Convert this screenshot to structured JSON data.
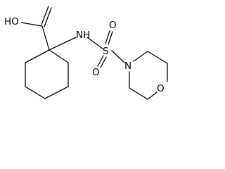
{
  "molecule": {
    "labels": {
      "hydroxyl": "HO",
      "amine": "NH",
      "sulfur": "S",
      "sulfonyl_o_top": "O",
      "sulfonyl_o_bottom": "O",
      "morpholine_n": "N",
      "morpholine_o": "O"
    }
  }
}
